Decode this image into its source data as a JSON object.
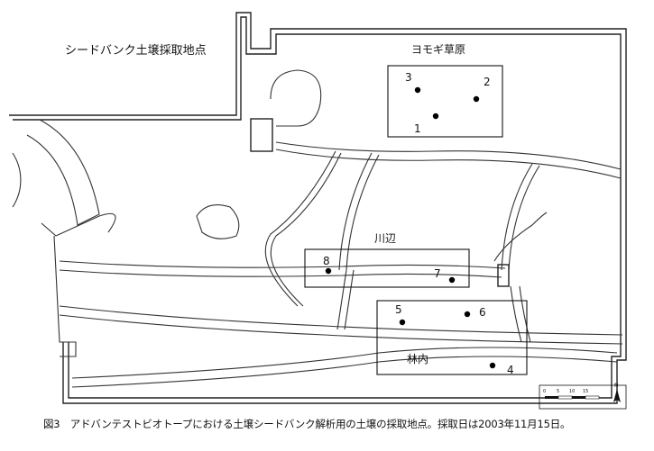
{
  "map": {
    "title": "シードバンク土壌採取地点",
    "caption": "図3　アドバンテストビオトープにおける土壌シードバンク解析用の土壌の採取地点。採取日は2003年11月15日。",
    "zones": {
      "yomogi": "ヨモギ草原",
      "kawabe": "川辺",
      "rinnai": "林内"
    },
    "points": [
      {
        "id": "1",
        "label": "1"
      },
      {
        "id": "2",
        "label": "2"
      },
      {
        "id": "3",
        "label": "3"
      },
      {
        "id": "4",
        "label": "4"
      },
      {
        "id": "5",
        "label": "5"
      },
      {
        "id": "6",
        "label": "6"
      },
      {
        "id": "7",
        "label": "7"
      },
      {
        "id": "8",
        "label": "8"
      }
    ],
    "scale_bar": {
      "ticks": [
        "0",
        "5",
        "10",
        "15"
      ],
      "north_label": "N"
    },
    "colors": {
      "ink": "#111111",
      "background": "#ffffff"
    }
  }
}
